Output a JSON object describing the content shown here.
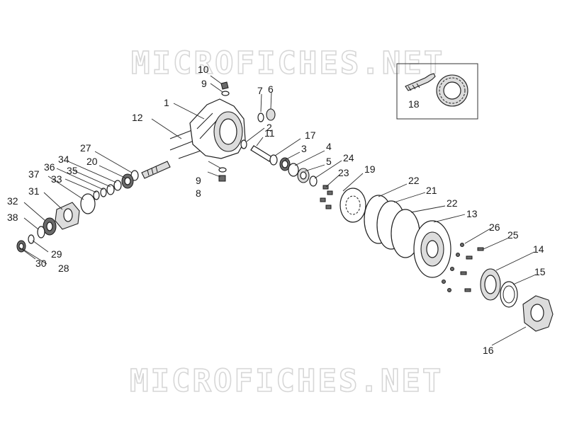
{
  "watermark": {
    "text": "MICROFICHES.NET"
  },
  "labels": {
    "l1": "1",
    "l2": "2",
    "l3": "3",
    "l4": "4",
    "l5": "5",
    "l6": "6",
    "l7": "7",
    "l8": "8",
    "l9a": "9",
    "l9b": "9",
    "l10": "10",
    "l11": "11",
    "l12": "12",
    "l13": "13",
    "l14": "14",
    "l15": "15",
    "l16": "16",
    "l17": "17",
    "l18": "18",
    "l19": "19",
    "l20": "20",
    "l21": "21",
    "l22a": "22",
    "l22b": "22",
    "l23": "23",
    "l24": "24",
    "l25": "25",
    "l26": "26",
    "l27": "27",
    "l28": "28",
    "l29": "29",
    "l30": "30",
    "l31": "31",
    "l32": "32",
    "l33": "33",
    "l34": "34",
    "l35": "35",
    "l36": "36",
    "l37": "37",
    "l38": "38"
  }
}
